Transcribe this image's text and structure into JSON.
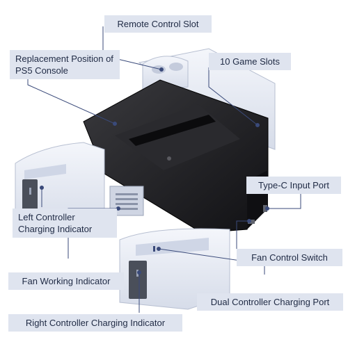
{
  "callouts": {
    "remote_control_slot": "Remote Control Slot",
    "replacement_position": "Replacement Position of PS5 Console",
    "game_slots": "10 Game Slots",
    "type_c_port": "Type-C Input Port",
    "left_indicator": "Left Controller Charging Indicator",
    "fan_control_switch": "Fan Control Switch",
    "fan_working_indicator": "Fan Working Indicator",
    "dual_charging_port": "Dual Controller Charging Port",
    "right_indicator": "Right Controller Charging Indicator"
  },
  "colors": {
    "label_bg": "#dfe4ef",
    "label_text": "#1f2a44",
    "leader_line": "#3a4a7a",
    "stand_white": "#e9edf6",
    "stand_black": "#1c1c1f"
  }
}
